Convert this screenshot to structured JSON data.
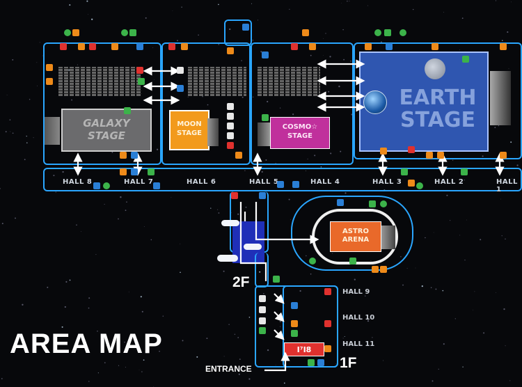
{
  "map": {
    "title": "AREA MAP",
    "floors": {
      "upper": "2F",
      "lower": "1F"
    },
    "entrance": "ENTRANCE",
    "stages": {
      "galaxy": {
        "name": "GALAXY STAGE",
        "line1": "GALAXY",
        "line2": "STAGE"
      },
      "moon": {
        "name": "MOON STAGE",
        "line1": "MOON",
        "line2": "STAGE"
      },
      "cosmo": {
        "name": "COSMO STAGE",
        "line1": "COSMO☆",
        "line2": "STAGE"
      },
      "earth": {
        "name": "EARTH STAGE",
        "line1": "EARTH",
        "line2": "STAGE"
      },
      "astro": {
        "name": "ASTRO ARENA",
        "line1": "ASTRO",
        "line2": "ARENA"
      }
    },
    "halls_2f": [
      "HALL 8",
      "HALL 7",
      "HALL 6",
      "HALL 5",
      "HALL 4",
      "HALL 3",
      "HALL 2",
      "HALL 1"
    ],
    "halls_1f": [
      "HALL 9",
      "HALL 10",
      "HALL 11"
    ],
    "shop_sign": "I⁷I8",
    "colors": {
      "outline": "#2aa6ff",
      "galaxy": "#6b6b6d",
      "moon": "#f29a1c",
      "cosmo": "#c0309c",
      "earth": "#2f56b0",
      "astro": "#e9692a",
      "stairs": "#1f2fb8",
      "background": "#07080b"
    },
    "icons": [
      "restroom-icon",
      "accessible-icon",
      "exit-icon",
      "info-icon",
      "first-aid-icon",
      "locker-icon"
    ]
  }
}
